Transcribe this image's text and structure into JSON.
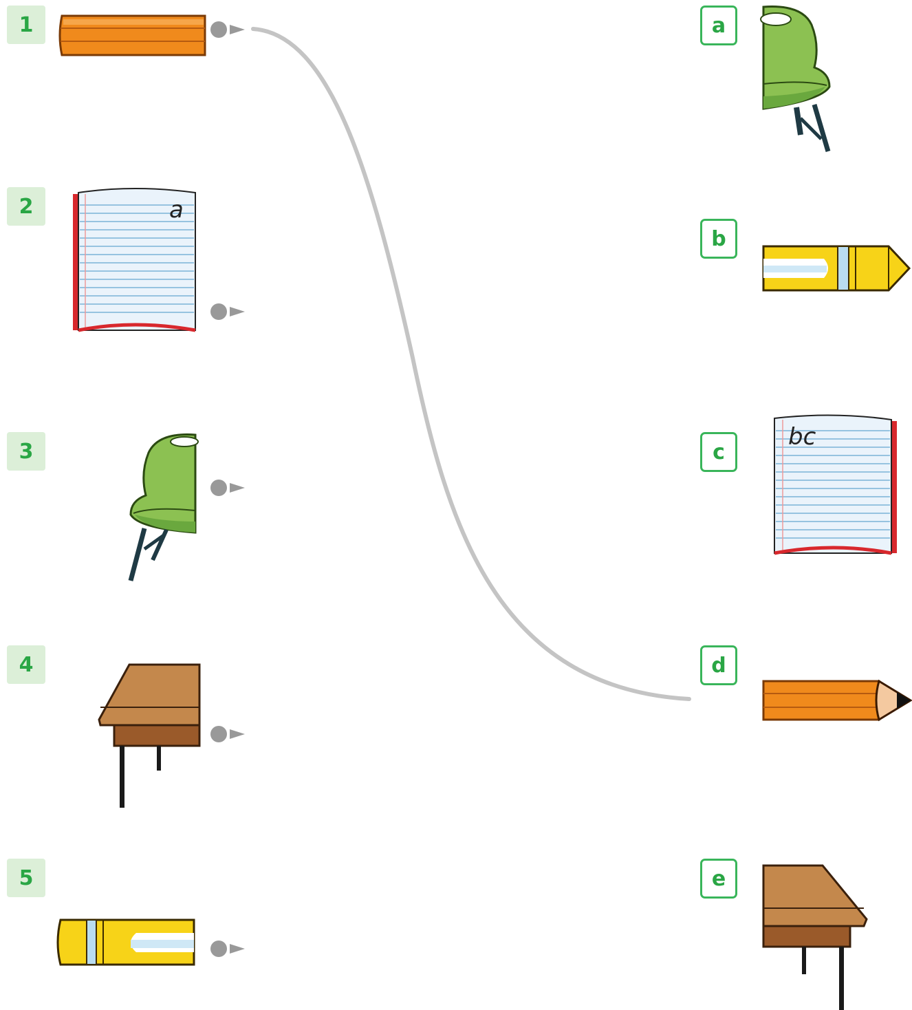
{
  "left_items": [
    {
      "number": "1",
      "object": "pencil"
    },
    {
      "number": "2",
      "object": "book",
      "handwriting": "a"
    },
    {
      "number": "3",
      "object": "chair"
    },
    {
      "number": "4",
      "object": "desk"
    },
    {
      "number": "5",
      "object": "rubber"
    }
  ],
  "right_items": [
    {
      "letter": "a",
      "object": "chair"
    },
    {
      "letter": "b",
      "object": "rubber"
    },
    {
      "letter": "c",
      "object": "book",
      "handwriting": "bc"
    },
    {
      "letter": "d",
      "object": "pencil"
    },
    {
      "letter": "e",
      "object": "desk"
    }
  ],
  "connections": [
    {
      "from": "1",
      "to": "d"
    }
  ],
  "colors": {
    "number_box_bg": "#dcefd8",
    "label_green": "#2aa645",
    "connector": "#c4c4c4",
    "pencil_orange": "#f08a1c",
    "chair_green": "#8cc152",
    "rubber_yellow": "#f7d318",
    "desk_brown": "#c4884c",
    "book_red": "#d8282d"
  }
}
